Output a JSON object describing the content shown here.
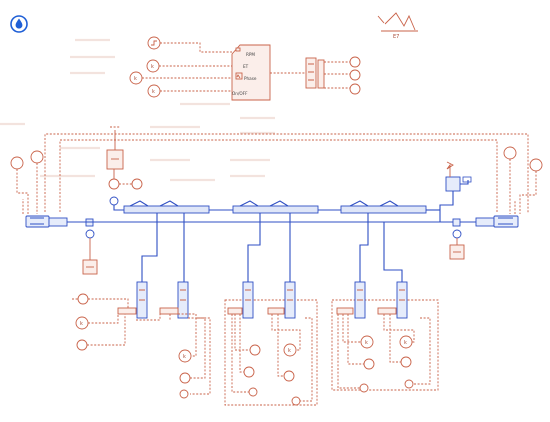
{
  "app_icon": {
    "name": "drop-icon",
    "color": "#1f5fd6"
  },
  "ecu_block": {
    "ports": {
      "rpm": "RPM",
      "et": "ET",
      "phase": "Phase",
      "onoff": "On/OFF"
    }
  },
  "constant_label": "k",
  "colors": {
    "signal": "#c9634a",
    "hydraulic": "#2f4fc4",
    "icon_blue": "#1f5fd6"
  }
}
